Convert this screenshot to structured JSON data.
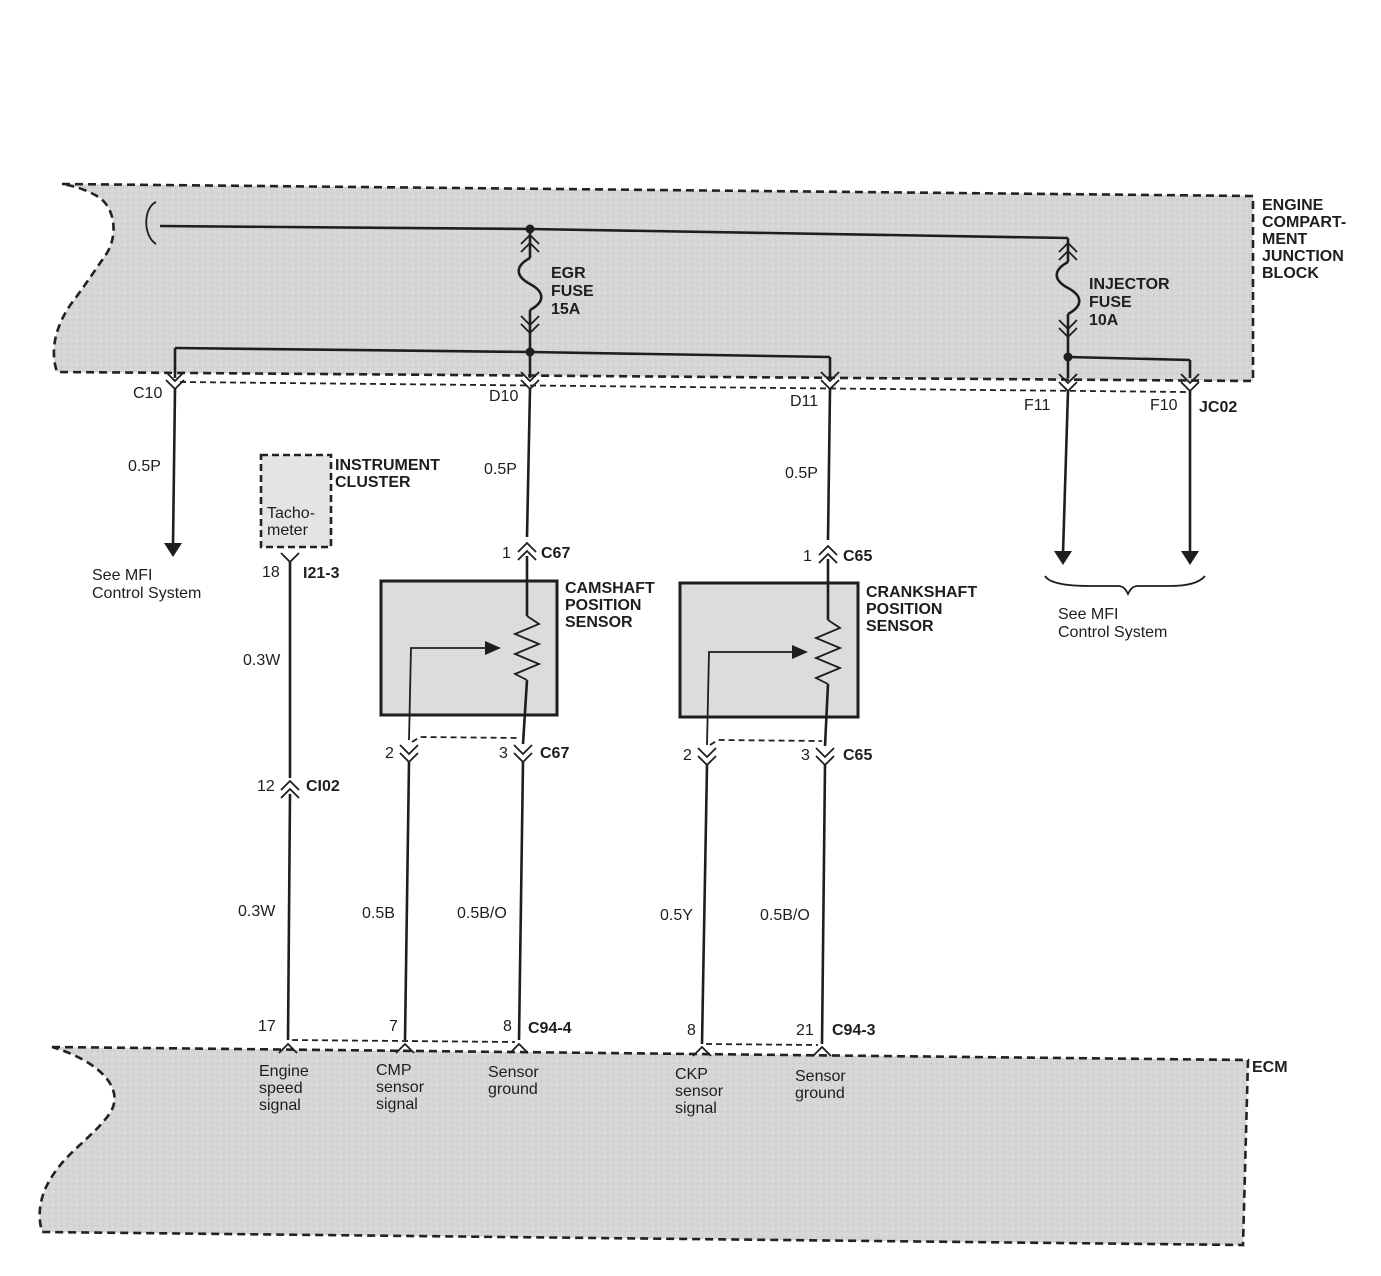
{
  "blocks": {
    "junction_block": "ENGINE\nCOMPART-\nMENT\nJUNCTION\nBLOCK",
    "ecm": "ECM"
  },
  "fuses": {
    "egr": "EGR\nFUSE\n15A",
    "injector": "INJECTOR\nFUSE\n10A"
  },
  "junction_terminals": {
    "c10": "C10",
    "d10": "D10",
    "d11": "D11",
    "f11": "F11",
    "f10": "F10",
    "jc02": "JC02"
  },
  "wires": {
    "w_c10": "0.5P",
    "w_d10": "0.5P",
    "w_d11": "0.5P",
    "w_tach_top": "0.3W",
    "w_tach_bottom": "0.3W",
    "w_cmp_signal": "0.5B",
    "w_cmp_ground": "0.5B/O",
    "w_ckp_signal": "0.5Y",
    "w_ckp_ground": "0.5B/O"
  },
  "references": {
    "left": "See MFI\nControl System",
    "right": "See MFI\nControl System"
  },
  "instrument_cluster": {
    "title": "INSTRUMENT\nCLUSTER",
    "component": "Tacho-\nmeter",
    "pin": "18",
    "connector": "I21-3"
  },
  "inline_connector": {
    "pin": "12",
    "name": "CI02"
  },
  "camshaft_sensor": {
    "title": "CAMSHAFT\nPOSITION\nSENSOR",
    "pin_top": "1",
    "connector_top": "C67",
    "pin_signal": "2",
    "pin_ground": "3",
    "connector_bottom": "C67"
  },
  "crankshaft_sensor": {
    "title": "CRANKSHAFT\nPOSITION\nSENSOR",
    "pin_top": "1",
    "connector_top": "C65",
    "pin_signal": "2",
    "pin_ground": "3",
    "connector_bottom": "C65"
  },
  "ecm_pins": {
    "p17": "17",
    "p7": "7",
    "p8a": "8",
    "c94_4": "C94-4",
    "p8b": "8",
    "p21": "21",
    "c94_3": "C94-3"
  },
  "ecm_labels": {
    "engine_speed": "Engine\nspeed\nsignal",
    "cmp": "CMP\nsensor\nsignal",
    "ground1": "Sensor\nground",
    "ckp": "CKP\nsensor\nsignal",
    "ground2": "Sensor\nground"
  }
}
